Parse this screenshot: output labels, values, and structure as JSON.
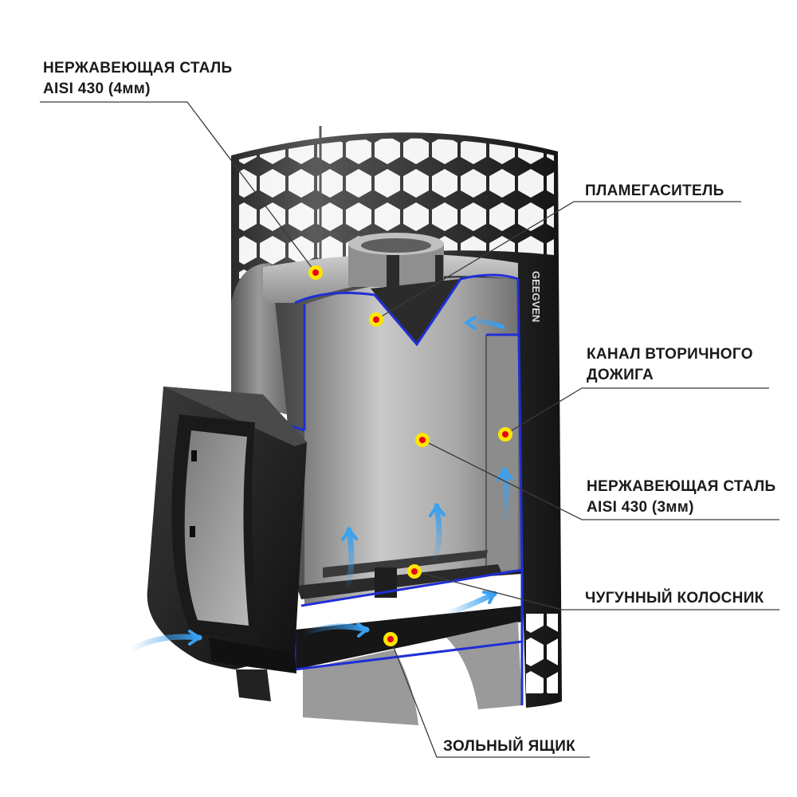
{
  "diagram": {
    "labels": {
      "steel_4mm": {
        "line1": "НЕРЖАВЕЮЩАЯ СТАЛЬ",
        "line2": "AISI 430  (4мм)"
      },
      "flame_arrester": {
        "line1": "ПЛАМЕГАСИТЕЛЬ"
      },
      "afterburn_channel": {
        "line1": "КАНАЛ ВТОРИЧНОГО",
        "line2": "ДОЖИГА"
      },
      "steel_3mm": {
        "line1": "НЕРЖАВЕЮЩАЯ СТАЛЬ",
        "line2": "AISI 430  (3мм)"
      },
      "grate": {
        "line1": "ЧУГУННЫЙ КОЛОСНИК"
      },
      "ash_box": {
        "line1": "ЗОЛЬНЫЙ ЯЩИК"
      }
    },
    "brand_mark": "GEEGVEN",
    "colors": {
      "outline_blue": "#1f2fd6",
      "marker_fill": "#ffe600",
      "marker_center": "#e8001c",
      "airflow": "#3aa0f0",
      "leader_line": "#3a3a3a",
      "body_dark": "#1c1c1c",
      "steel": "#a4a4a4"
    }
  }
}
